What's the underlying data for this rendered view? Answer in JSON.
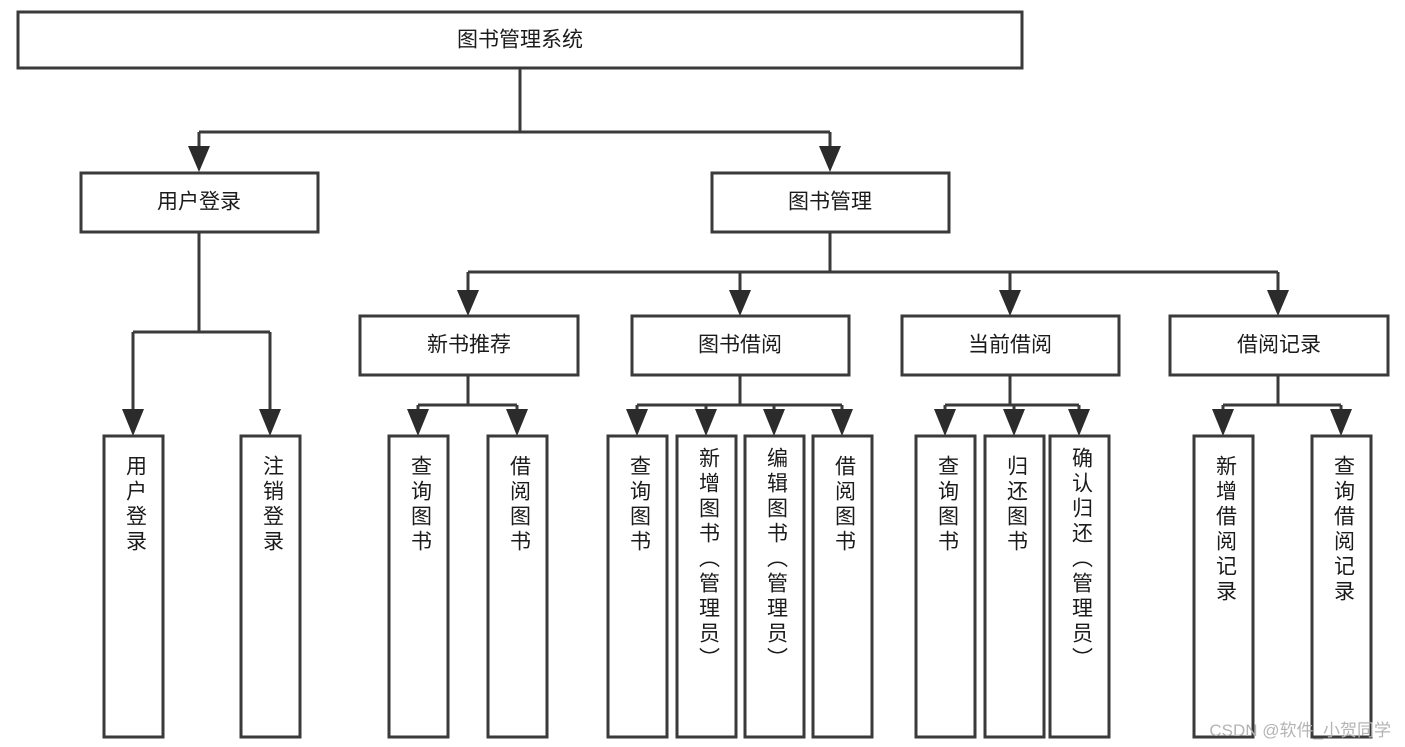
{
  "diagram": {
    "type": "tree",
    "title": "图书管理系统",
    "watermark": "CSDN @软件_小贺同学",
    "colors": {
      "box_stroke": "#3a3a3a",
      "box_fill": "#ffffff",
      "connector": "#3a3a3a",
      "arrow": "#2b2b2b",
      "text": "#1b1b1b",
      "watermark": "#b4b4b4",
      "background": "#ffffff"
    },
    "root": {
      "label": "图书管理系统"
    },
    "level1": [
      {
        "label": "用户登录"
      },
      {
        "label": "图书管理"
      }
    ],
    "level2": [
      {
        "label": "新书推荐"
      },
      {
        "label": "图书借阅"
      },
      {
        "label": "当前借阅"
      },
      {
        "label": "借阅记录"
      }
    ],
    "leaves_user_login": [
      {
        "label": "用户登录"
      },
      {
        "label": "注销登录"
      }
    ],
    "leaves_new_book": [
      {
        "label": "查询图书"
      },
      {
        "label": "借阅图书"
      }
    ],
    "leaves_borrow": [
      {
        "label": "查询图书"
      },
      {
        "label": "新增图书（管理员）"
      },
      {
        "label": "编辑图书（管理员）"
      },
      {
        "label": "借阅图书"
      }
    ],
    "leaves_current": [
      {
        "label": "查询图书"
      },
      {
        "label": "归还图书"
      },
      {
        "label": "确认归还（管理员）"
      }
    ],
    "leaves_record": [
      {
        "label": "新增借阅记录"
      },
      {
        "label": "查询借阅记录"
      }
    ]
  }
}
